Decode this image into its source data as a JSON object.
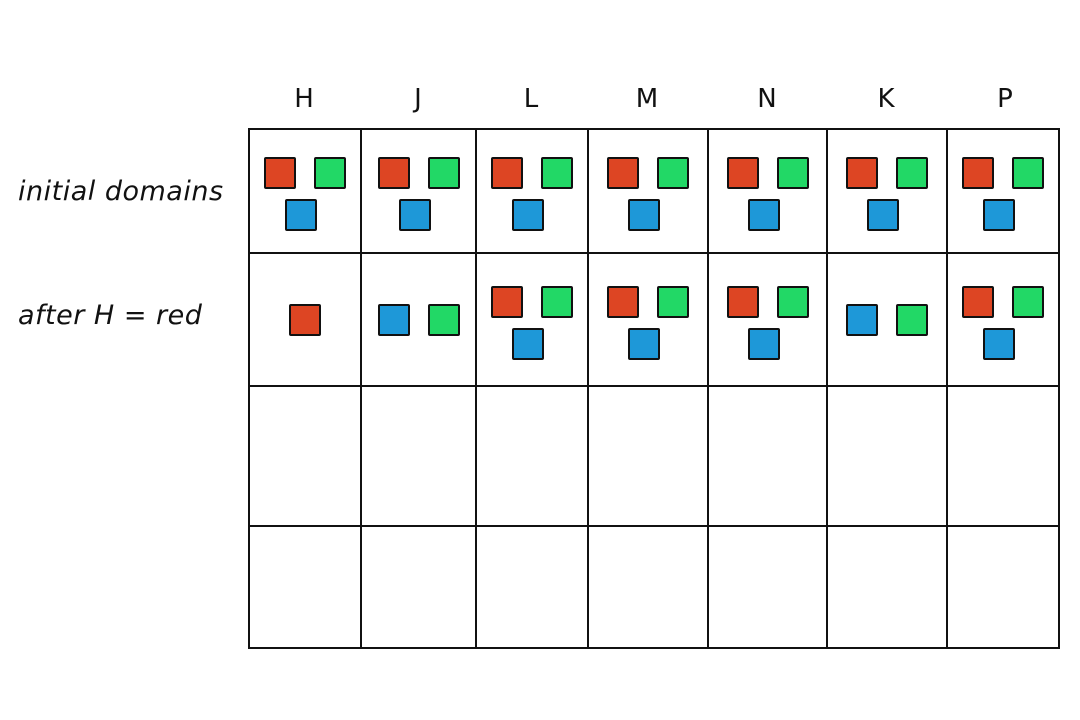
{
  "columns": [
    "H",
    "J",
    "L",
    "M",
    "N",
    "K",
    "P"
  ],
  "rows": [
    {
      "label": "initial domains",
      "domains": [
        [
          "red",
          "green",
          "blue"
        ],
        [
          "red",
          "green",
          "blue"
        ],
        [
          "red",
          "green",
          "blue"
        ],
        [
          "red",
          "green",
          "blue"
        ],
        [
          "red",
          "green",
          "blue"
        ],
        [
          "red",
          "green",
          "blue"
        ],
        [
          "red",
          "green",
          "blue"
        ]
      ]
    },
    {
      "label": "after H = red",
      "domains": [
        [
          "red"
        ],
        [
          "blue",
          "green"
        ],
        [
          "red",
          "green",
          "blue"
        ],
        [
          "red",
          "green",
          "blue"
        ],
        [
          "red",
          "green",
          "blue"
        ],
        [
          "blue",
          "green"
        ],
        [
          "red",
          "green",
          "blue"
        ]
      ]
    },
    {
      "label": "",
      "domains": [
        [],
        [],
        [],
        [],
        [],
        [],
        []
      ]
    },
    {
      "label": "",
      "domains": [
        [],
        [],
        [],
        [],
        [],
        [],
        []
      ]
    }
  ],
  "colors": {
    "red": "#dd4523",
    "green": "#22d866",
    "blue": "#1e98d8"
  }
}
